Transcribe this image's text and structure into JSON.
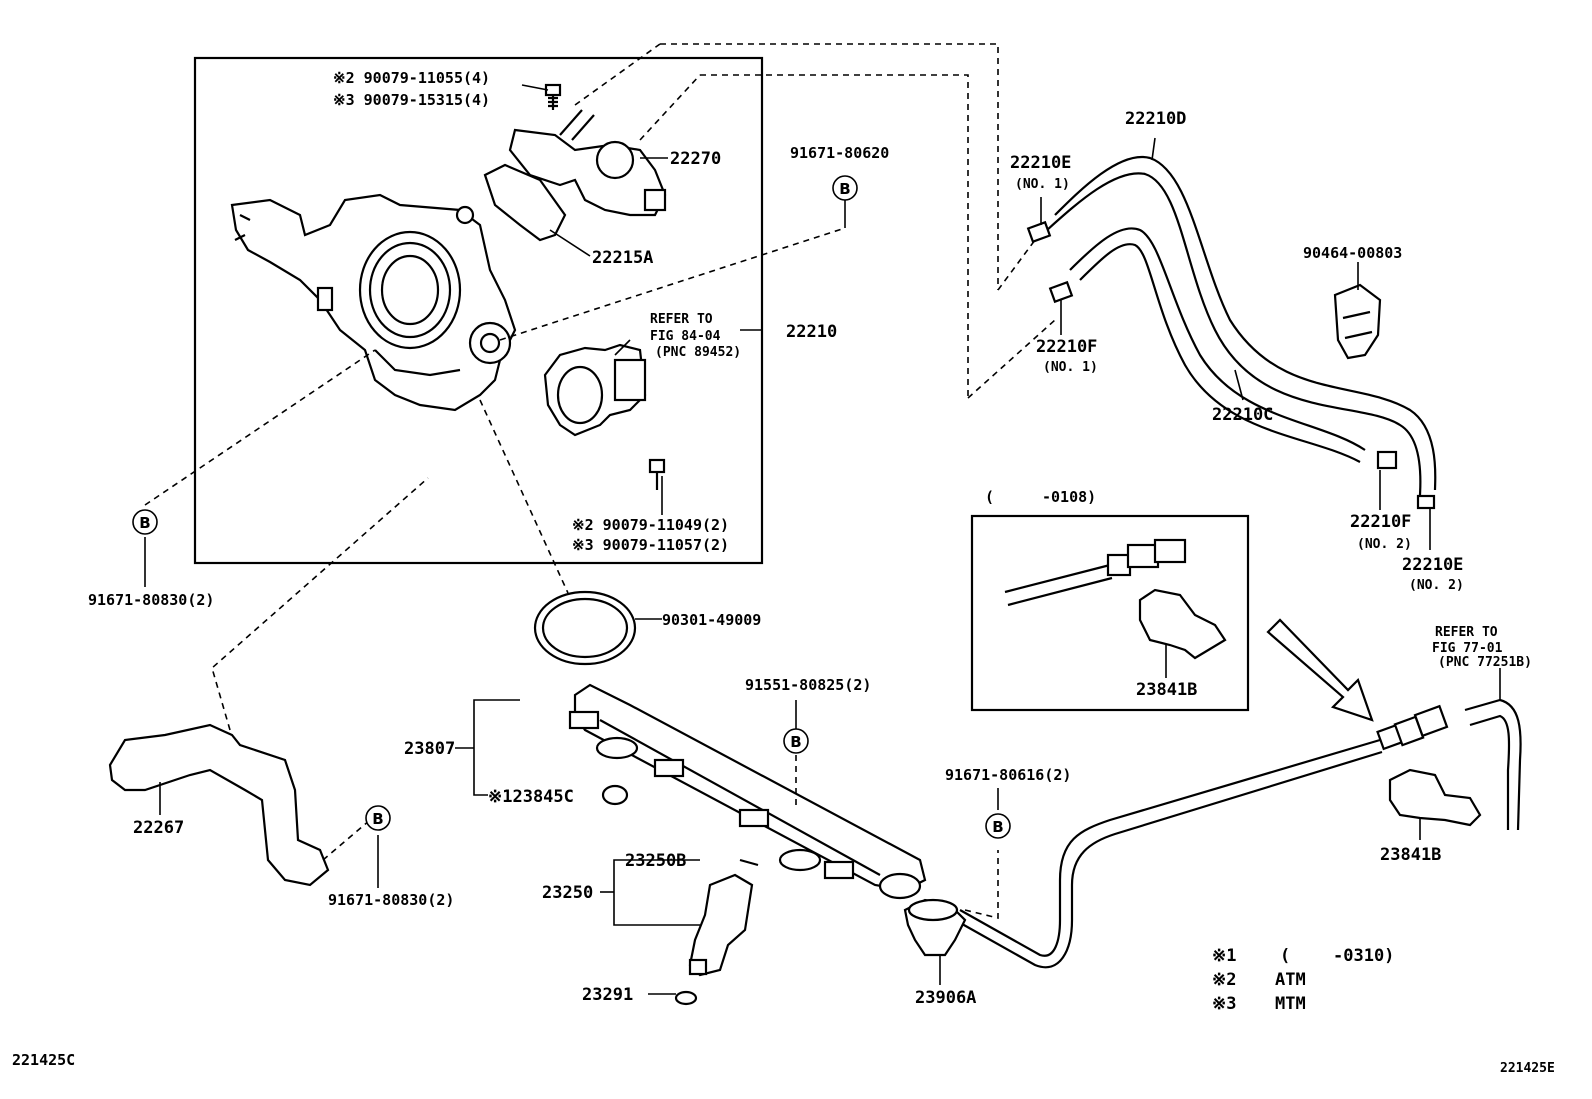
{
  "parts": {
    "p_90079_11055": "※2  90079-11055(4)",
    "p_90079_15315": "※3  90079-15315(4)",
    "p_22270": "22270",
    "p_22215A": "22215A",
    "p_22210": "22210",
    "p_91671_80620": "91671-80620",
    "refer_84_line1": "REFER TO",
    "refer_84_line2": "FIG 84-04",
    "refer_84_line3": "(PNC 89452)",
    "p_90079_11049": "※2  90079-11049(2)",
    "p_90079_11057": "※3  90079-11057(2)",
    "p_91671_80830_a": "91671-80830(2)",
    "p_90301_49009": "90301-49009",
    "p_22210D": "22210D",
    "p_22210E_1": "22210E",
    "no1_a": "(NO. 1)",
    "p_22210F_1": "22210F",
    "no1_b": "(NO. 1)",
    "p_90464_00803": "90464-00803",
    "p_22210C": "22210C",
    "p_22210F_2": "22210F",
    "no2_a": "(NO. 2)",
    "p_22210E_2": "22210E",
    "no2_b": "(NO. 2)",
    "inset_title_open": "(",
    "inset_title_code": "-0108)",
    "p_23841B_inset": "23841B",
    "refer_77_line1": "REFER TO",
    "refer_77_line2": "FIG 77-01",
    "refer_77_line3": "(PNC 77251B)",
    "p_23841B": "23841B",
    "p_91551_80825": "91551-80825(2)",
    "p_23807": "23807",
    "p_123845C": "※123845C",
    "p_22267": "22267",
    "p_91671_80830_b": "91671-80830(2)",
    "p_91671_80616": "91671-80616(2)",
    "p_23250B": "23250B",
    "p_23250": "23250",
    "p_23291": "23291",
    "p_23906A": "23906A",
    "bubble_b": "B"
  },
  "legend": [
    {
      "mark": "※1",
      "text": "(",
      "extra": "-0310)"
    },
    {
      "mark": "※2",
      "text": "ATM",
      "extra": ""
    },
    {
      "mark": "※3",
      "text": "MTM",
      "extra": ""
    }
  ],
  "footer": {
    "left_code": "221425C",
    "right_code": "221425E"
  }
}
